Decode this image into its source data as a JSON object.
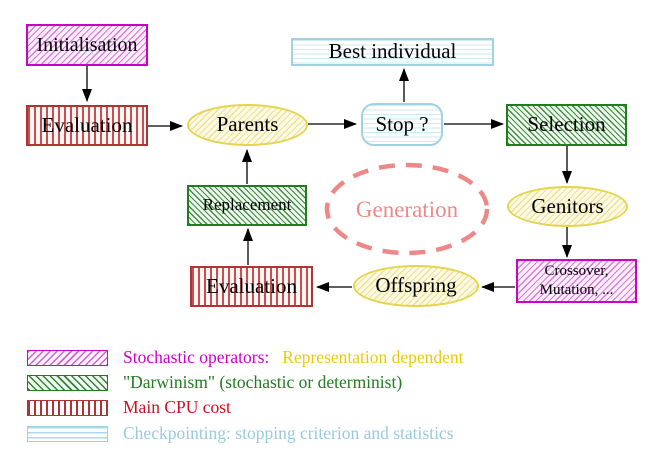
{
  "nodes": {
    "initialisation": "Initialisation",
    "evaluation_top": "Evaluation",
    "parents": "Parents",
    "best_individual": "Best individual",
    "stop": "Stop ?",
    "selection": "Selection",
    "genitors": "Genitors",
    "crossover_line1": "Crossover,",
    "crossover_line2": "Mutation, ...",
    "offspring": "Offspring",
    "evaluation_bottom": "Evaluation",
    "replacement": "Replacement",
    "generation": "Generation"
  },
  "legend": {
    "rows": [
      {
        "swatch": "magenta-diagonal-hatch",
        "text": "Stochastic operators:",
        "text2": "Representation dependent"
      },
      {
        "swatch": "green-diagonal-hatch",
        "text": "\"Darwinism\" (stochastic or determinist)",
        "text2": ""
      },
      {
        "swatch": "red-vertical-lines",
        "text": "Main CPU cost",
        "text2": ""
      },
      {
        "swatch": "cyan-horizontal-lines",
        "text": "Checkpointing: stopping criterion and statistics",
        "text2": ""
      }
    ]
  },
  "colors": {
    "magenta": "#cc00cc",
    "green": "#1e7d1e",
    "red_box": "#b03434",
    "crimson_text": "#cc1122",
    "cyan": "#99cbdf",
    "yellow_ellipse": "#e5d44e",
    "gold_text": "#eec90a",
    "salmon": "#ee8888",
    "arrow": "#000000"
  }
}
